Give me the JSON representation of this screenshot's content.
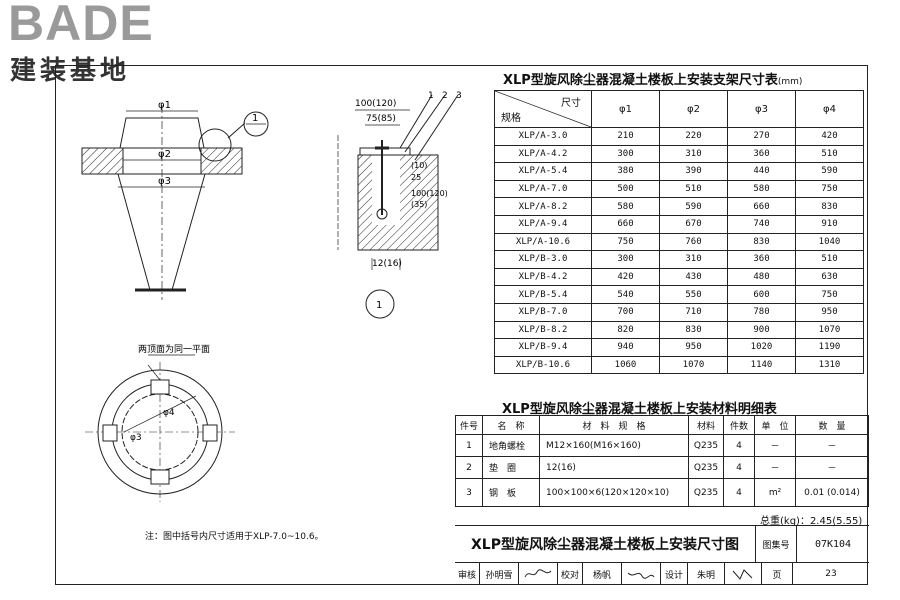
{
  "logo": {
    "brand": "BADE",
    "subtitle": "建装基地"
  },
  "size_table": {
    "title": "XLP型旋风除尘器混凝土楼板上安装支架尺寸表",
    "unit": "(mm)",
    "header_top": "尺寸",
    "header_left": "规格",
    "columns": [
      "φ1",
      "φ2",
      "φ3",
      "φ4"
    ],
    "rows": [
      [
        "XLP/A-3.0",
        "210",
        "220",
        "270",
        "420"
      ],
      [
        "XLP/A-4.2",
        "300",
        "310",
        "360",
        "510"
      ],
      [
        "XLP/A-5.4",
        "380",
        "390",
        "440",
        "590"
      ],
      [
        "XLP/A-7.0",
        "500",
        "510",
        "580",
        "750"
      ],
      [
        "XLP/A-8.2",
        "580",
        "590",
        "660",
        "830"
      ],
      [
        "XLP/A-9.4",
        "660",
        "670",
        "740",
        "910"
      ],
      [
        "XLP/A-10.6",
        "750",
        "760",
        "830",
        "1040"
      ],
      [
        "XLP/B-3.0",
        "300",
        "310",
        "360",
        "510"
      ],
      [
        "XLP/B-4.2",
        "420",
        "430",
        "480",
        "630"
      ],
      [
        "XLP/B-5.4",
        "540",
        "550",
        "600",
        "750"
      ],
      [
        "XLP/B-7.0",
        "700",
        "710",
        "780",
        "950"
      ],
      [
        "XLP/B-8.2",
        "820",
        "830",
        "900",
        "1070"
      ],
      [
        "XLP/B-9.4",
        "940",
        "950",
        "1020",
        "1190"
      ],
      [
        "XLP/B-10.6",
        "1060",
        "1070",
        "1140",
        "1310"
      ]
    ]
  },
  "material_table": {
    "title": "XLP型旋风除尘器混凝土楼板上安装材料明细表",
    "headers": [
      "件号",
      "名　称",
      "材　料　规　格",
      "材料",
      "件数",
      "单　位",
      "数　量"
    ],
    "rows": [
      [
        "1",
        "地角螺栓",
        "M12×160(M16×160)",
        "Q235",
        "4",
        "－",
        "－"
      ],
      [
        "2",
        "垫　圈",
        "12(16)",
        "Q235",
        "4",
        "－",
        "－"
      ],
      [
        "3",
        "钢　板",
        "100×100×6(120×120×10)",
        "Q235",
        "4",
        "m²",
        "0.01 (0.014)"
      ]
    ],
    "total_label": "总重(kg)：2.45(5.55)"
  },
  "drawing": {
    "labels": {
      "phi1": "φ1",
      "phi2": "φ2",
      "phi3": "φ3",
      "phi4": "φ4",
      "callout": "1",
      "dim_100": "100(120)",
      "dim_75": "75(85)",
      "part1": "1",
      "part2": "2",
      "part3": "3",
      "dim_10": "(10)",
      "dim_25": "25",
      "dim_side": "100(120)",
      "dim_35": "(35)",
      "dim_12": "12(16)",
      "detail": "1",
      "plane_note": "两顶面为同一平面"
    },
    "note": "注：图中括号内尺寸适用于XLP-7.0~10.6。"
  },
  "title_block": {
    "drawing_name": "XLP型旋风除尘器混凝土楼板上安装尺寸图",
    "atlas_label": "图集号",
    "atlas_value": "07K104",
    "cells": [
      "审核",
      "孙明雪",
      "[signature]",
      "校对",
      "杨帆",
      "[signature]",
      "设计",
      "朱明",
      "[signature]",
      "页",
      "23"
    ]
  }
}
